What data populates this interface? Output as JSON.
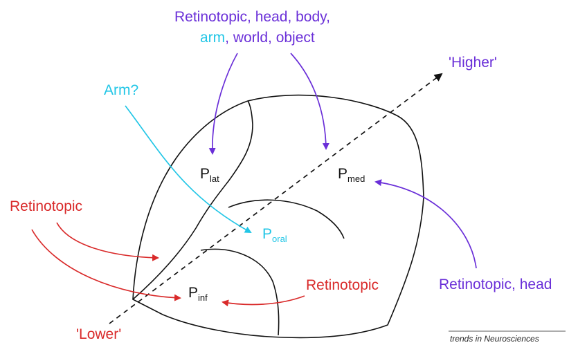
{
  "colors": {
    "outline": "#111111",
    "purple": "#6a2fd8",
    "cyan": "#22c6e6",
    "red": "#d92a2a",
    "black": "#111111"
  },
  "top_label": {
    "line1": "Retinotopic, head, body,",
    "line2_arm": "arm",
    "line2_rest": ", world, object"
  },
  "axis": {
    "higher": "'Higher'",
    "lower": "'Lower'"
  },
  "arm_label": "Arm?",
  "left_label": "Retinotopic",
  "bottom_label": "Retinotopic",
  "right_label": "Retinotopic, head",
  "regions": {
    "plat": {
      "main": "P",
      "sub": "lat"
    },
    "pmed": {
      "main": "P",
      "sub": "med"
    },
    "poral": {
      "main": "P",
      "sub": "oral"
    },
    "pinf": {
      "main": "P",
      "sub": "inf"
    }
  },
  "credit": "trends in Neurosciences"
}
